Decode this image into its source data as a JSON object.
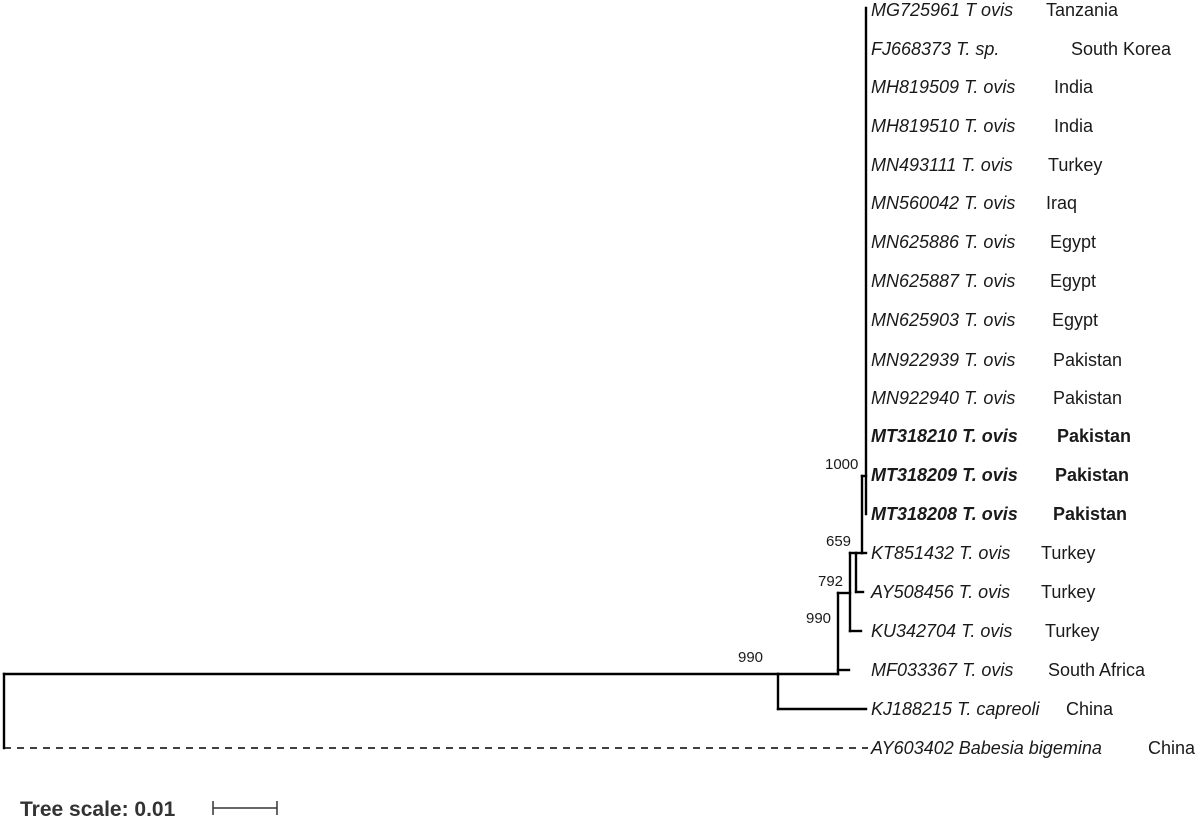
{
  "leaves": [
    {
      "accession": "MG725961",
      "species": "T ovis",
      "country": "Tanzania",
      "bold": false
    },
    {
      "accession": "FJ668373",
      "species": "T. sp.",
      "country": "South Korea",
      "bold": false
    },
    {
      "accession": "MH819509",
      "species": "T. ovis",
      "country": "India",
      "bold": false
    },
    {
      "accession": "MH819510",
      "species": "T. ovis",
      "country": "India",
      "bold": false
    },
    {
      "accession": "MN493111",
      "species": "T. ovis",
      "country": "Turkey",
      "bold": false
    },
    {
      "accession": "MN560042",
      "species": "T. ovis",
      "country": "Iraq",
      "bold": false
    },
    {
      "accession": "MN625886",
      "species": "T. ovis",
      "country": "Egypt",
      "bold": false
    },
    {
      "accession": "MN625887",
      "species": "T. ovis",
      "country": "Egypt",
      "bold": false
    },
    {
      "accession": "MN625903",
      "species": "T. ovis",
      "country": "Egypt",
      "bold": false
    },
    {
      "accession": "MN922939",
      "species": "T. ovis",
      "country": "Pakistan",
      "bold": false
    },
    {
      "accession": "MN922940",
      "species": "T. ovis",
      "country": "Pakistan",
      "bold": false
    },
    {
      "accession": "MT318210",
      "species": "T. ovis",
      "country": "Pakistan",
      "bold": true
    },
    {
      "accession": "MT318209",
      "species": "T. ovis",
      "country": "Pakistan",
      "bold": true
    },
    {
      "accession": "MT318208",
      "species": "T. ovis",
      "country": "Pakistan",
      "bold": true
    },
    {
      "accession": "KT851432",
      "species": "T. ovis",
      "country": "Turkey",
      "bold": false
    },
    {
      "accession": "AY508456",
      "species": "T. ovis",
      "country": "Turkey",
      "bold": false
    },
    {
      "accession": "KU342704",
      "species": "T. ovis",
      "country": "Turkey",
      "bold": false
    },
    {
      "accession": "MF033367",
      "species": "T. ovis",
      "country": "South Africa",
      "bold": false
    },
    {
      "accession": "KJ188215",
      "species": "T. capreoli",
      "country": "China",
      "bold": false
    },
    {
      "accession": "AY603402",
      "species": "Babesia bigemina",
      "country": "China",
      "bold": false
    }
  ],
  "bootstrap": [
    {
      "value": "1000",
      "node": "pakistan-clade"
    },
    {
      "value": "659",
      "node": "kt851432-node"
    },
    {
      "value": "792",
      "node": "ay508456-node"
    },
    {
      "value": "990",
      "node": "ku342704-node"
    },
    {
      "value": "990",
      "node": "ovis-capreoli-node"
    }
  ],
  "scale": {
    "label": "Tree scale: 0.01",
    "value": 0.01
  }
}
